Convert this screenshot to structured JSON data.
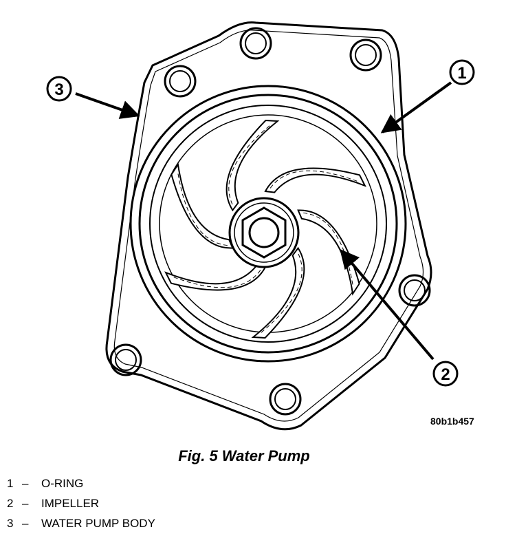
{
  "figure": {
    "caption": "Fig. 5 Water Pump",
    "code": "80b1b457"
  },
  "callouts": [
    {
      "num": "1",
      "label": "O-RING"
    },
    {
      "num": "2",
      "label": "IMPELLER"
    },
    {
      "num": "3",
      "label": "WATER PUMP BODY"
    }
  ],
  "legend_dash": "–",
  "colors": {
    "ink": "#000000",
    "paper": "#ffffff"
  }
}
